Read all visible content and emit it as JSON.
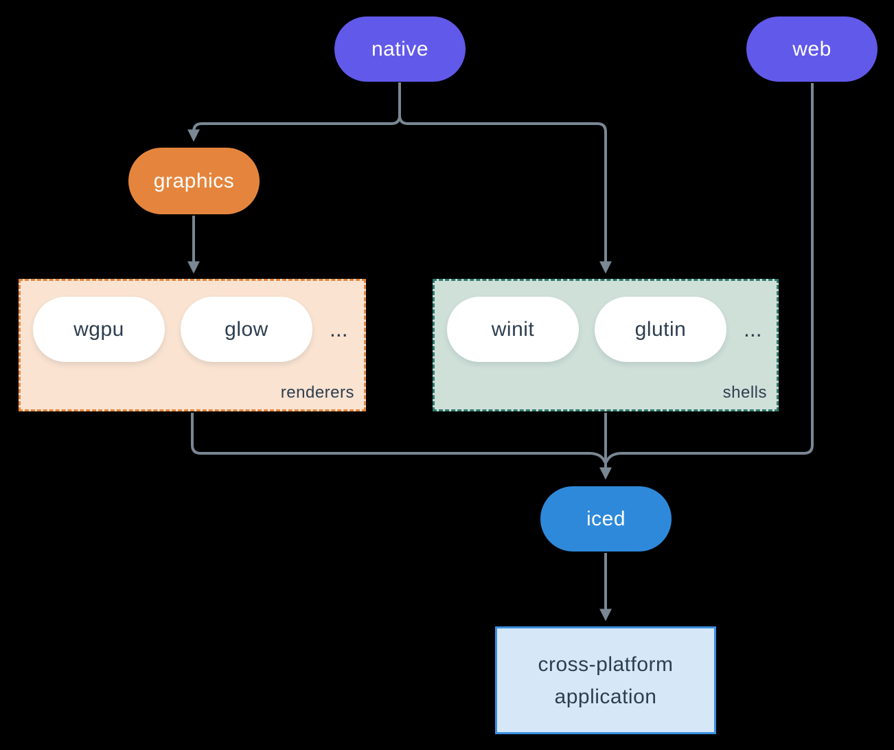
{
  "diagram": {
    "nodes": {
      "native": {
        "label": "native"
      },
      "web": {
        "label": "web"
      },
      "graphics": {
        "label": "graphics"
      },
      "iced": {
        "label": "iced"
      },
      "application": {
        "line1": "cross-platform",
        "line2": "application"
      }
    },
    "groups": {
      "renderers": {
        "label": "renderers",
        "items": [
          "wgpu",
          "glow"
        ],
        "ellipsis": "..."
      },
      "shells": {
        "label": "shells",
        "items": [
          "winit",
          "glutin"
        ],
        "ellipsis": "..."
      }
    },
    "colors": {
      "purple": "#6159ea",
      "orange": "#e5853d",
      "orange_bg": "#fae3d1",
      "teal": "#2e7a6b",
      "teal_bg": "#cfe0d9",
      "blue": "#2e89da",
      "blue_bg": "#d6e8f8",
      "blue_border": "#3b8fe0",
      "ink": "#2d3e50",
      "line": "#7a8794",
      "background": "#000000"
    }
  }
}
